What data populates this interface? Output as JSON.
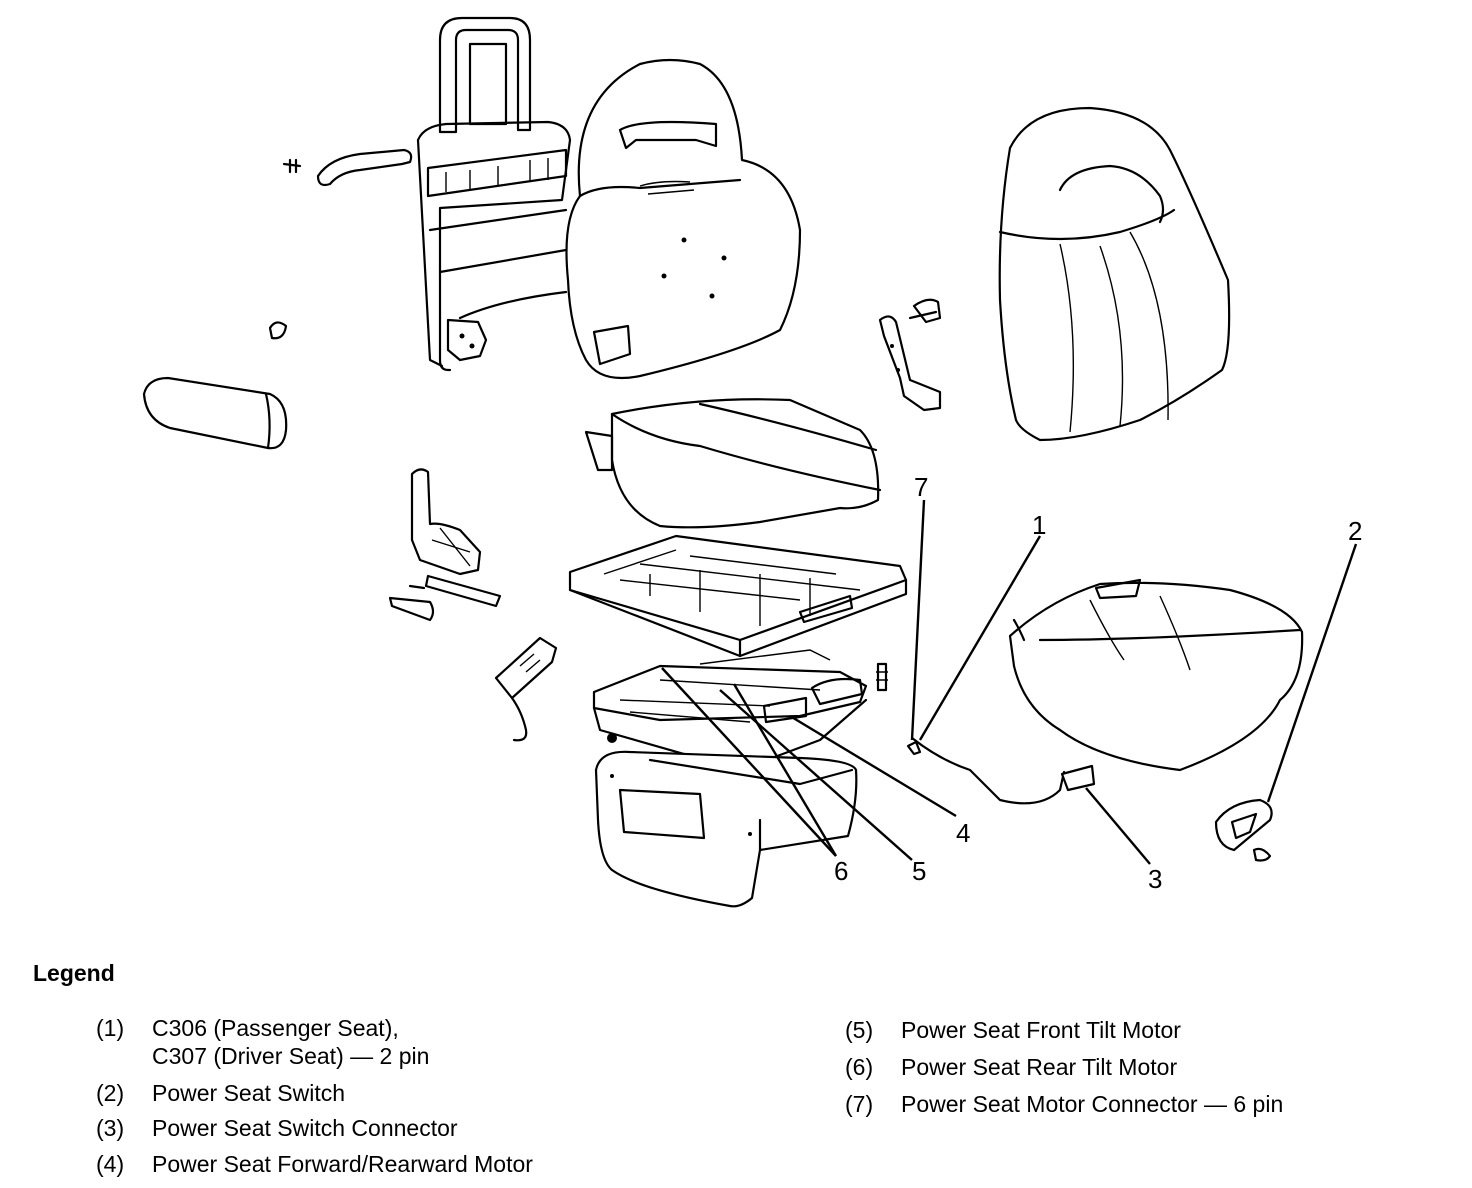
{
  "callouts": [
    "1",
    "2",
    "3",
    "4",
    "5",
    "6",
    "7"
  ],
  "legend": {
    "title": "Legend",
    "items": [
      {
        "num": "(1)",
        "desc": "C306 (Passenger Seat),",
        "desc2": "C307 (Driver Seat) — 2 pin"
      },
      {
        "num": "(2)",
        "desc": "Power Seat Switch"
      },
      {
        "num": "(3)",
        "desc": "Power Seat Switch Connector"
      },
      {
        "num": "(4)",
        "desc": "Power Seat Forward/Rearward Motor"
      },
      {
        "num": "(5)",
        "desc": "Power Seat Front Tilt Motor"
      },
      {
        "num": "(6)",
        "desc": "Power Seat Rear Tilt Motor"
      },
      {
        "num": "(7)",
        "desc": "Power Seat Motor Connector — 6 pin"
      }
    ]
  }
}
